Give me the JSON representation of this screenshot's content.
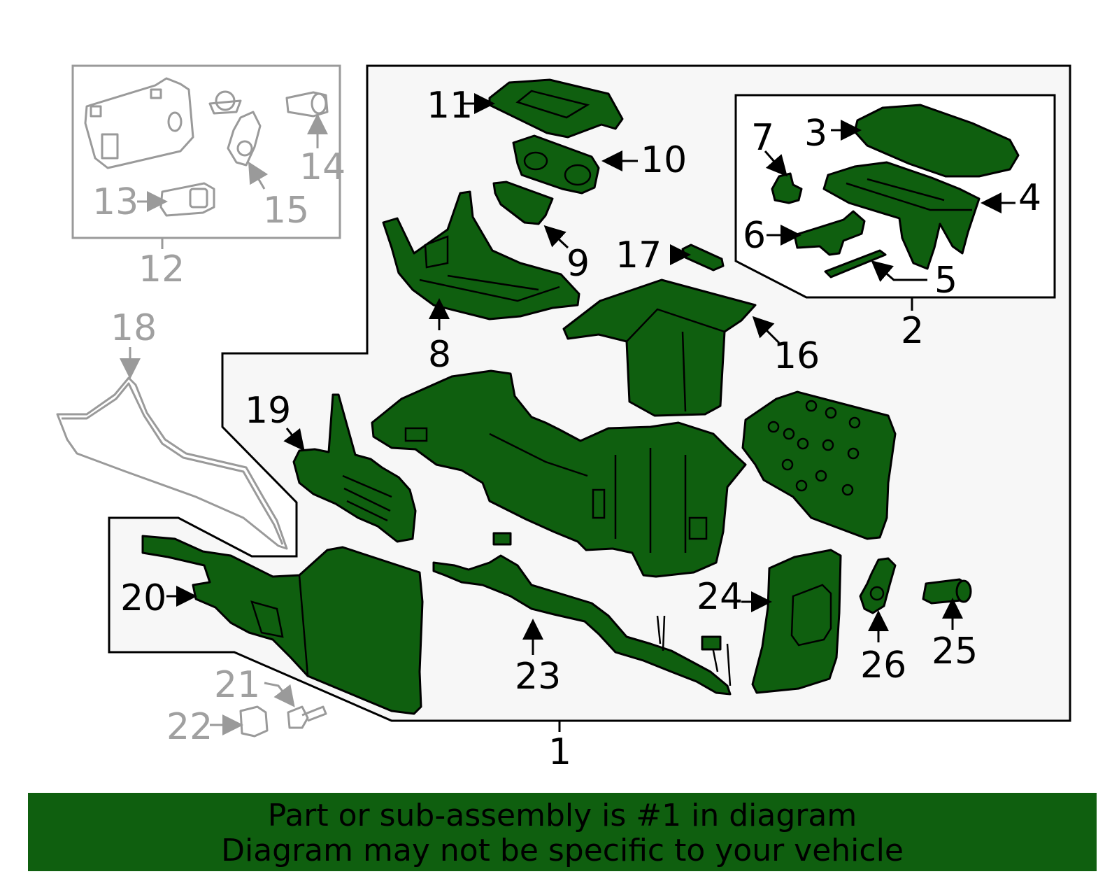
{
  "callouts": {
    "c1": "1",
    "c2": "2",
    "c3": "3",
    "c4": "4",
    "c5": "5",
    "c6": "6",
    "c7": "7",
    "c8": "8",
    "c9": "9",
    "c10": "10",
    "c11": "11",
    "c12": "12",
    "c13": "13",
    "c14": "14",
    "c15": "15",
    "c16": "16",
    "c17": "17",
    "c18": "18",
    "c19": "19",
    "c20": "20",
    "c21": "21",
    "c22": "22",
    "c23": "23",
    "c24": "24",
    "c25": "25",
    "c26": "26"
  },
  "footer": {
    "line1": "Part or sub-assembly is #1 in diagram",
    "line2": "Diagram may not be specific to your vehicle"
  },
  "colors": {
    "part_fill": "#0f5f0f",
    "assembly_box_fill": "#f7f7f7",
    "ghost_part": "#9a9a9a",
    "banner": "#0f5f0f"
  }
}
